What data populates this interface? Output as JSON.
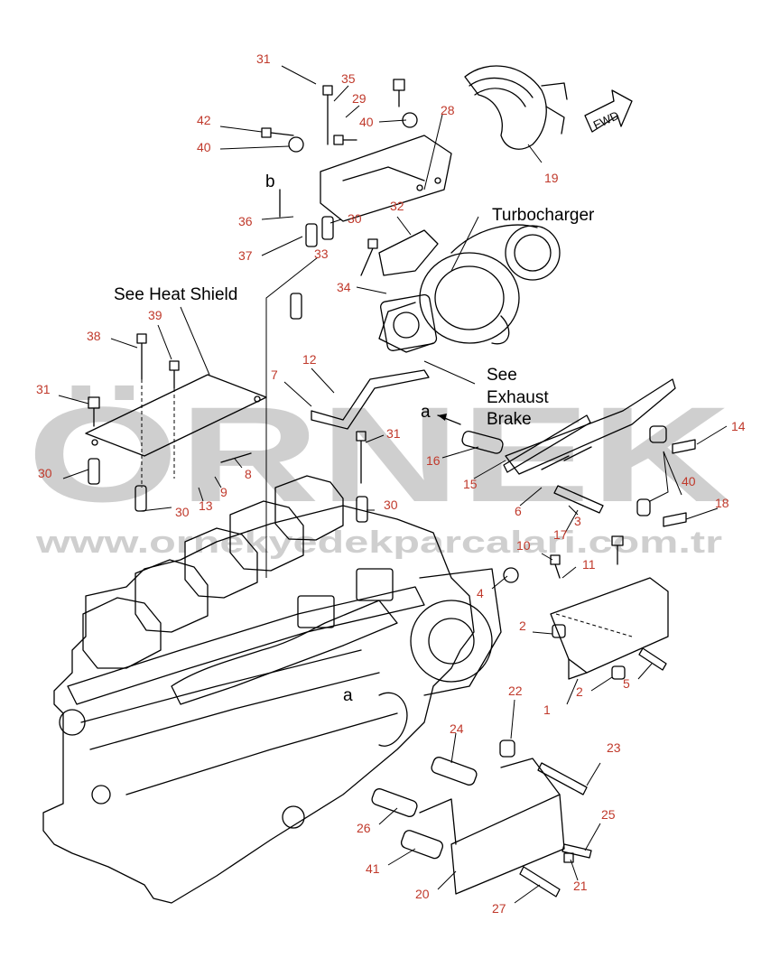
{
  "watermark": {
    "brand": "ÖRNEK",
    "url": "www.ornekyedekparcalari.com.tr",
    "color": "#cfcfcf"
  },
  "notes": {
    "turbocharger": "Turbocharger",
    "heat_shield": "See Heat Shield",
    "exhaust_brake_1": "See",
    "exhaust_brake_2": "Exhaust",
    "exhaust_brake_3": "Brake",
    "fwd": "FWD",
    "ref_a1": "a",
    "ref_a2": "a",
    "ref_b": "b"
  },
  "callout_color": "#c0392b",
  "callouts": [
    "31",
    "35",
    "29",
    "40",
    "28",
    "42",
    "40",
    "19",
    "36",
    "30",
    "32",
    "37",
    "33",
    "34",
    "38",
    "39",
    "12",
    "7",
    "31",
    "31",
    "16",
    "14",
    "30",
    "8",
    "9",
    "13",
    "30",
    "15",
    "40",
    "6",
    "30",
    "3",
    "18",
    "17",
    "10",
    "11",
    "4",
    "2",
    "2",
    "5",
    "1",
    "22",
    "23",
    "24",
    "26",
    "25",
    "41",
    "21",
    "20",
    "27"
  ]
}
